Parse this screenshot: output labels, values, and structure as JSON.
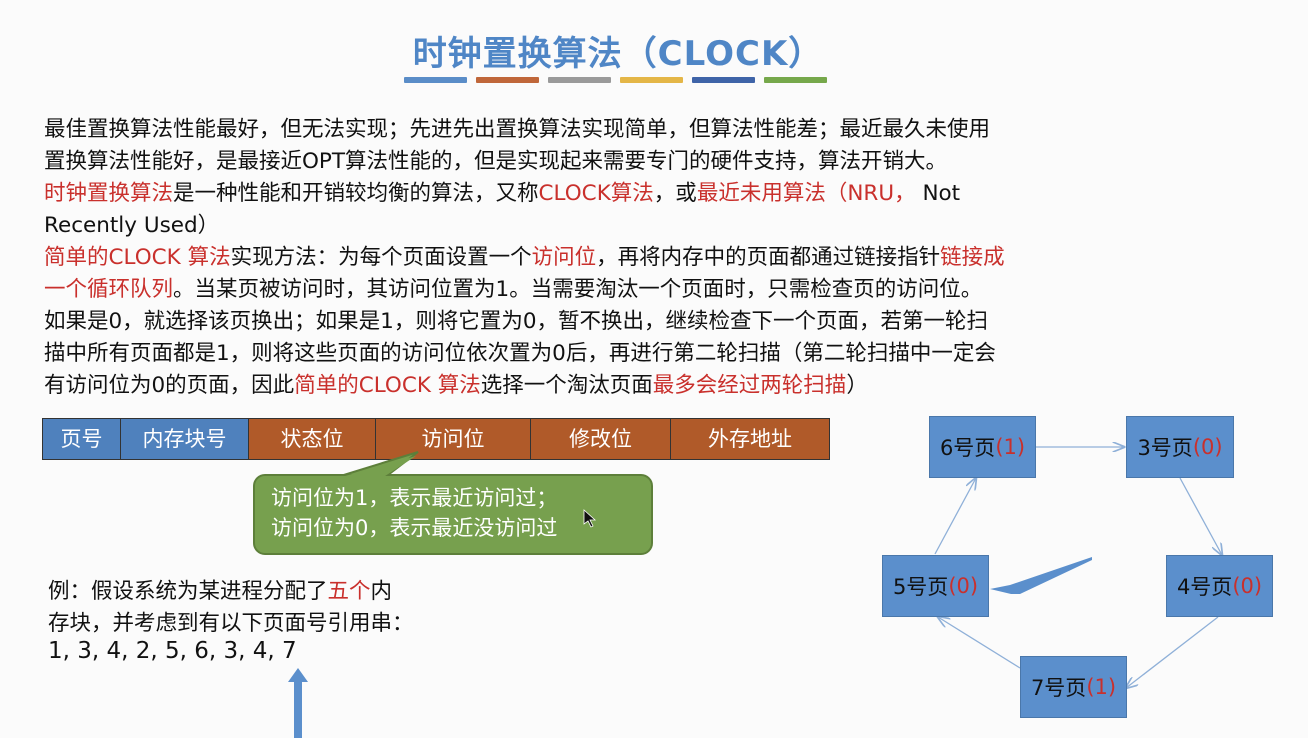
{
  "title": "时钟置换算法（CLOCK）",
  "title_bar_colors": [
    "#5a8dc8",
    "#c0673a",
    "#9a9a9a",
    "#e4b647",
    "#3f64a8",
    "#76a84b"
  ],
  "paragraphs": {
    "p1_line1": "最佳置换算法性能最好，但无法实现；先进先出置换算法实现简单，但算法性能差；最近最久未使用",
    "p1_line2": "置换算法性能好，是最接近OPT算法性能的，但是实现起来需要专门的硬件支持，算法开销大。",
    "p2_red1": "时钟置换算法",
    "p2_text1": "是一种性能和开销较均衡的算法，又称",
    "p2_red2": "CLOCK算法",
    "p2_text2": "，或",
    "p2_red3": "最近未用算法",
    "p2_red4": "（NRU，",
    "p2_text3": "Not",
    "p2_line2": "Recently Used）",
    "p3_red1": "简单的CLOCK 算法",
    "p3_text1": "实现方法：为每个页面设置一个",
    "p3_red2": "访问位",
    "p3_text2": "，再将内存中的页面都通过链接指针",
    "p3_red3": "链接成",
    "p3_line2_red": "一个循环队列",
    "p3_line2_text": "。当某页被访问时，其访问位置为1。当需要淘汰一个页面时，只需检查页的访问位。",
    "p3_line3": "如果是0，就选择该页换出；如果是1，则将它置为0，暂不换出，继续检查下一个页面，若第一轮扫",
    "p3_line4": "描中所有页面都是1，则将这些页面的访问位依次置为0后，再进行第二轮扫描（第二轮扫描中一定会",
    "p3_line5_text1": "有访问位为0的页面，因此",
    "p3_line5_red1": "简单的CLOCK 算法",
    "p3_line5_text2": "选择一个淘汰页面",
    "p3_line5_red2": "最多会经过两轮扫描",
    "p3_line5_text3": "）"
  },
  "page_table": {
    "columns": [
      "页号",
      "内存块号",
      "状态位",
      "访问位",
      "修改位",
      "外存地址"
    ]
  },
  "callout": {
    "line1": "访问位为1，表示最近访问过；",
    "line2": "访问位为0，表示最近没访问过"
  },
  "example": {
    "line1_text": "例：假设系统为某进程分配了",
    "line1_red": "五个",
    "line1_end": "内",
    "line2": "存块，并考虑到有以下页面号引用串：",
    "sequence": "1, 3, 4, 2, 5, 6, 3, 4, 7"
  },
  "clock_pages": [
    {
      "label": "6号页",
      "bit": "(1)"
    },
    {
      "label": "3号页",
      "bit": "(0)"
    },
    {
      "label": "4号页",
      "bit": "(0)"
    },
    {
      "label": "7号页",
      "bit": "(1)"
    },
    {
      "label": "5号页",
      "bit": "(0)"
    }
  ]
}
